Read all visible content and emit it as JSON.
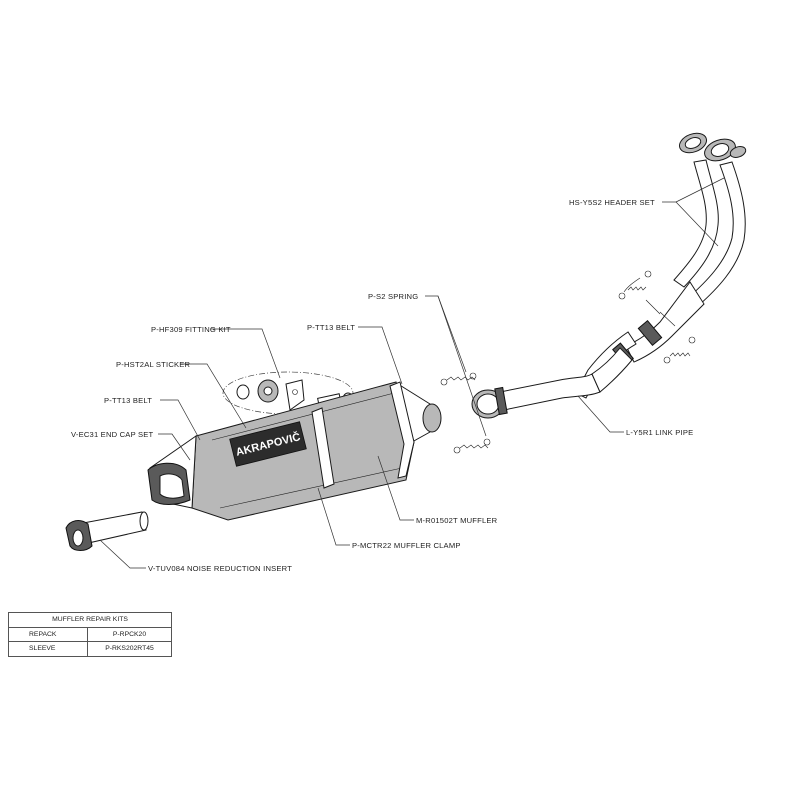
{
  "brand_logo_text": "AKRAPOVIČ",
  "callouts": {
    "header_set": "HS-Y5S2  HEADER SET",
    "spring": "P-S2  SPRING",
    "belt_right": "P-TT13  BELT",
    "fitting_kit": "P-HF309  FITTING KIT",
    "sticker": "P-HST2AL  STICKER",
    "belt_left": "P-TT13  BELT",
    "end_cap_set": "V-EC31  END CAP SET",
    "link_pipe": "L-Y5R1  LINK PIPE",
    "muffler": "M-R01502T  MUFFLER",
    "muffler_clamp": "P-MCTR22  MUFFLER CLAMP",
    "noise_insert": "V-TUV084  NOISE REDUCTION INSERT"
  },
  "repair_kits": {
    "title": "MUFFLER REPAIR KITS",
    "rows": [
      {
        "name": "REPACK",
        "code": "P-RPCK20"
      },
      {
        "name": "SLEEVE",
        "code": "P-RKS202RT45"
      }
    ]
  }
}
